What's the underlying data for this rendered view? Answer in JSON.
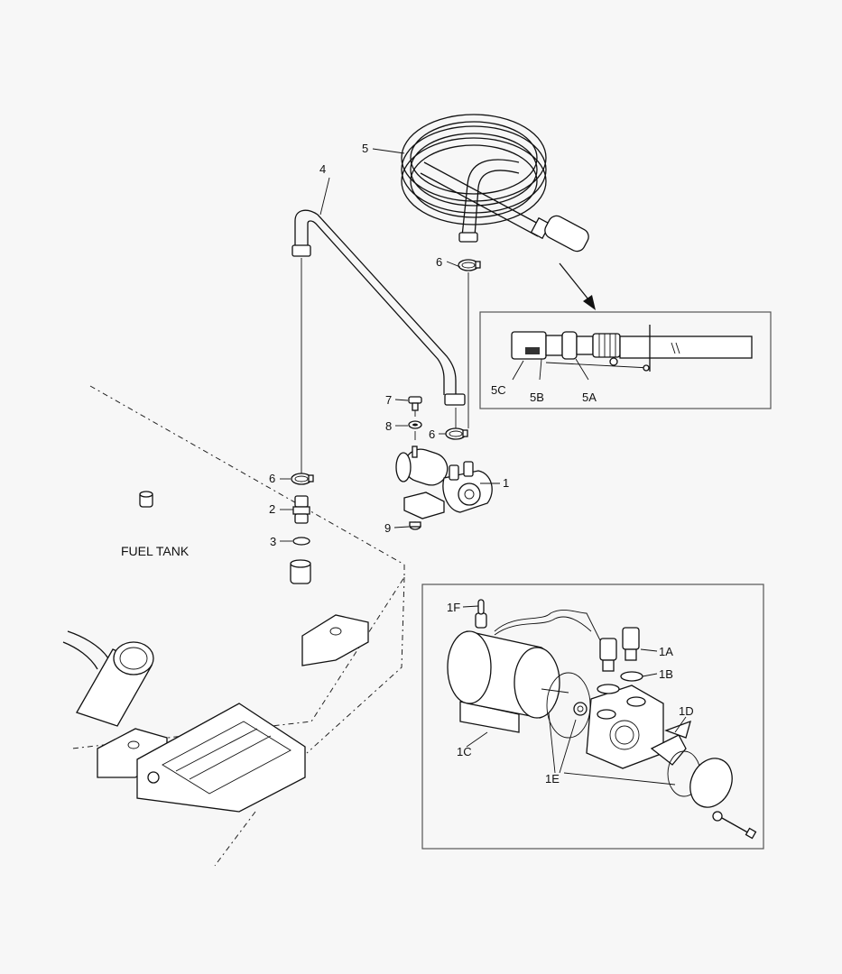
{
  "tank_label": "FUEL TANK",
  "callouts": {
    "c1": "1",
    "c2": "2",
    "c3": "3",
    "c4": "4",
    "c5": "5",
    "c6a": "6",
    "c6b": "6",
    "c6c": "6",
    "c7": "7",
    "c8": "8",
    "c9": "9",
    "c5a": "5A",
    "c5b": "5B",
    "c5c": "5C",
    "c1a": "1A",
    "c1b": "1B",
    "c1c": "1C",
    "c1d": "1D",
    "c1e": "1E",
    "c1f": "1F"
  },
  "colors": {
    "line": "#111111",
    "background": "#f7f7f7",
    "part_fill": "#ffffff"
  }
}
